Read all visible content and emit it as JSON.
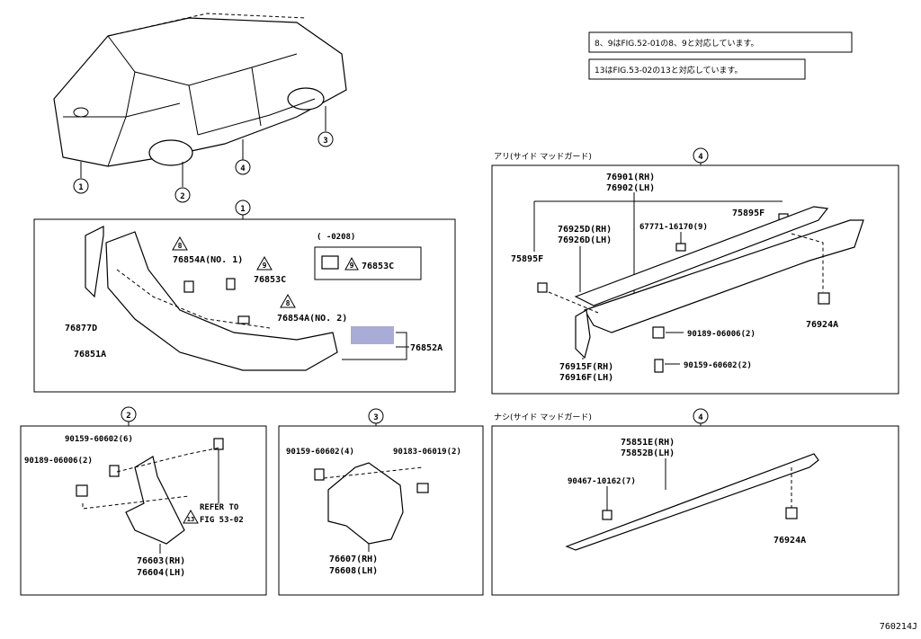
{
  "notes": {
    "line1": "8、9はFIG.52-01の8、9と対応しています。",
    "line2": "13はFIG.53-02の13と対応しています。"
  },
  "figure_code": "760214J",
  "car": {
    "callouts": [
      "1",
      "2",
      "3",
      "4"
    ]
  },
  "panel1": {
    "number": "1",
    "date_range": "(    -0208)",
    "parts": {
      "p76877D": "76877D",
      "p76851A": "76851A",
      "p76854A_1": "76854A(NO. 1)",
      "p76853C": "76853C",
      "p76853C_inset": "76853C",
      "p76854A_2": "76854A(NO. 2)",
      "p76852A": "76852A"
    },
    "tri8a": "8",
    "tri9a": "9",
    "tri8b": "8",
    "tri9b": "9"
  },
  "panel2": {
    "number": "2",
    "parts": {
      "bolt": "90159-60602(6)",
      "nut": "90189-06006(2)",
      "guard_rh": "76603(RH)",
      "guard_lh": "76604(LH)"
    },
    "refer1": "REFER TO",
    "refer2": "FIG 53-02",
    "tri13": "13"
  },
  "panel3": {
    "number": "3",
    "parts": {
      "bolt": "90159-60602(4)",
      "clip": "90183-06019(2)",
      "guard_rh": "76607(RH)",
      "guard_lh": "76608(LH)"
    }
  },
  "panel4a": {
    "number": "4",
    "heading": "アリ(サイド マッドガード)",
    "parts": {
      "rh": "76901(RH)",
      "lh": "76902(LH)",
      "p75895F_a": "75895F",
      "p75895F_b": "75895F",
      "p76925D": "76925D(RH)",
      "p76926D": "76926D(LH)",
      "clip": "67771-16170(9)",
      "p76924A": "76924A",
      "nut": "90189-06006(2)",
      "bolt": "90159-60602(2)",
      "p76915F": "76915F(RH)",
      "p76916F": "76916F(LH)"
    }
  },
  "panel4b": {
    "number": "4",
    "heading": "ナシ(サイド マッドガード)",
    "parts": {
      "rh": "75851E(RH)",
      "lh": "75852B(LH)",
      "clip": "90467-10162(7)",
      "p76924A": "76924A"
    }
  },
  "colors": {
    "highlight": "#a9acd6",
    "line": "#000000"
  }
}
